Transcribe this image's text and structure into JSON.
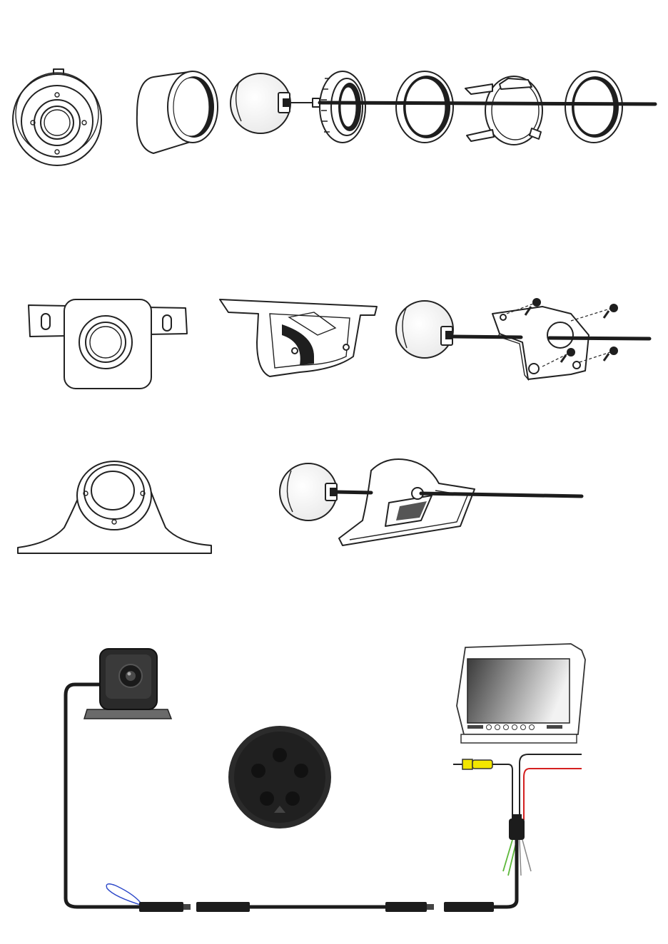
{
  "diagram": {
    "sections": [
      {
        "id": "flush-mount",
        "parts": [
          "camera-front-view",
          "mounting-sleeve",
          "camera-ball",
          "threaded-collar",
          "sealing-ring",
          "spring-clip",
          "trim-ring"
        ]
      },
      {
        "id": "bracket-mount",
        "parts": [
          "plate-camera-front",
          "bracket-side-view",
          "camera-ball",
          "bracket-with-screws"
        ]
      },
      {
        "id": "saddle-mount",
        "parts": [
          "saddle-camera-front",
          "camera-ball",
          "saddle-bracket"
        ]
      },
      {
        "id": "wiring",
        "parts": [
          "camera",
          "4-pin-connector",
          "monitor",
          "harness",
          "extension-cable"
        ]
      }
    ],
    "connector": {
      "pins": 4
    },
    "monitor": {
      "buttons": 6
    },
    "colors": {
      "line": "#222222",
      "cable": "#1c1c1c",
      "rca_yellow": "#f2e600",
      "wire_red": "#d42020",
      "wire_green": "#5db83a",
      "loop_blue": "#2a46c8",
      "screen_dark": "#3a3a3a",
      "screen_light": "#f2f2f2"
    }
  }
}
